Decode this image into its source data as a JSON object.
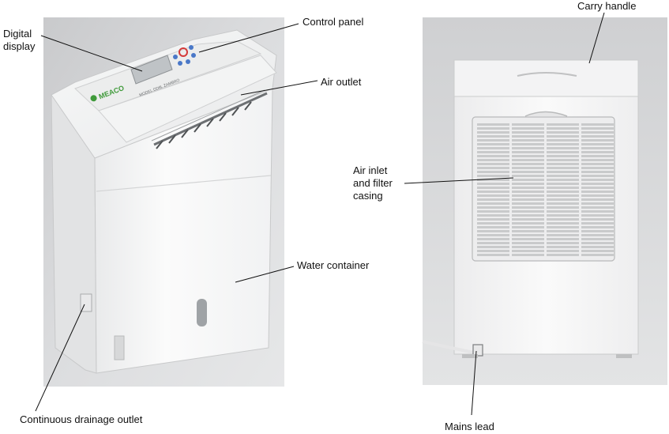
{
  "labels": {
    "digital_display": [
      "Digital",
      "display"
    ],
    "control_panel": "Control panel",
    "air_outlet": "Air outlet",
    "water_container": "Water container",
    "continuous_drainage_outlet": "Continuous drainage outlet",
    "carry_handle": "Carry handle",
    "air_inlet_filter_casing": [
      "Air inlet",
      "and filter",
      "casing"
    ],
    "mains_lead": "Mains lead"
  },
  "device": {
    "brand_logo": "MEACO",
    "model_text": "MODEL DD8L ZAMBRO"
  },
  "colors": {
    "unit_body": "#f4f5f6",
    "photo_background": "#d3d4d6",
    "leader_line": "#111111",
    "logo_green": "#3f9a3a",
    "button_blue": "#4a78c8",
    "button_red": "#d43a3a"
  }
}
